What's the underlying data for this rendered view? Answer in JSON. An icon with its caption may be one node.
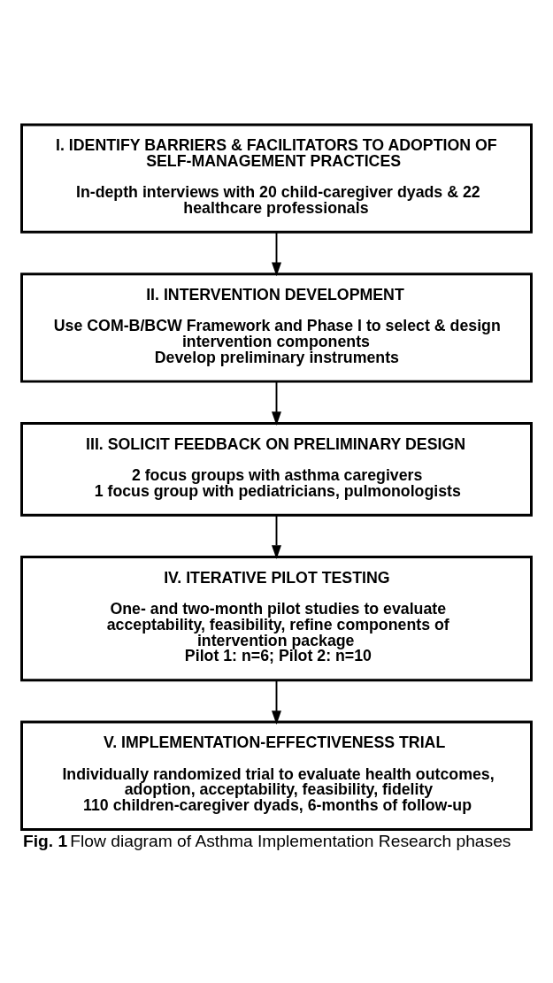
{
  "diagram": {
    "caption": "**Fig. 1** Flow diagram of Asthma Implementation Research phases",
    "nodes": [
      {
        "text": [
          "I. IDENTIFY BARRIERS & FACILITATORS TO ADOPTION OF SELF-MANAGEMENT PRACTICES",
          "In-depth interviews with 20 child-caregiver dyads & 22 healthcare professionals"
        ]
      },
      {
        "text": [
          "II. INTERVENTION DEVELOPMENT",
          "Use COM-B/BCW Framework and Phase I to select & design intervention components",
          "Develop preliminary instruments"
        ]
      },
      {
        "text": [
          "III. SOLICIT FEEDBACK ON PRELIMINARY DESIGN",
          "2 focus groups with asthma caregivers",
          "1 focus group with pediatricians, pulmonologists"
        ]
      },
      {
        "text": [
          "IV. ITERATIVE PILOT TESTING",
          "One- and two-month pilot studies to evaluate acceptability, feasibility, refine components of intervention package",
          "Pilot 1: n=6; Pilot 2: n=10"
        ]
      },
      {
        "text": [
          "V. IMPLEMENTATION-EFFECTIVENESS TRIAL",
          "Individually randomized trial to evaluate health outcomes, adoption, acceptability, feasibility, fidelity",
          "110 children-caregiver dyads, 6-months of follow-up"
        ]
      }
    ],
    "edges": [
      {
        "from": 0,
        "to": 1,
        "arrow": "to"
      },
      {
        "from": 1,
        "to": 2,
        "arrow": "to"
      },
      {
        "from": 2,
        "to": 3,
        "arrow": "to"
      },
      {
        "from": 3,
        "to": 4,
        "arrow": "to"
      }
    ]
  }
}
